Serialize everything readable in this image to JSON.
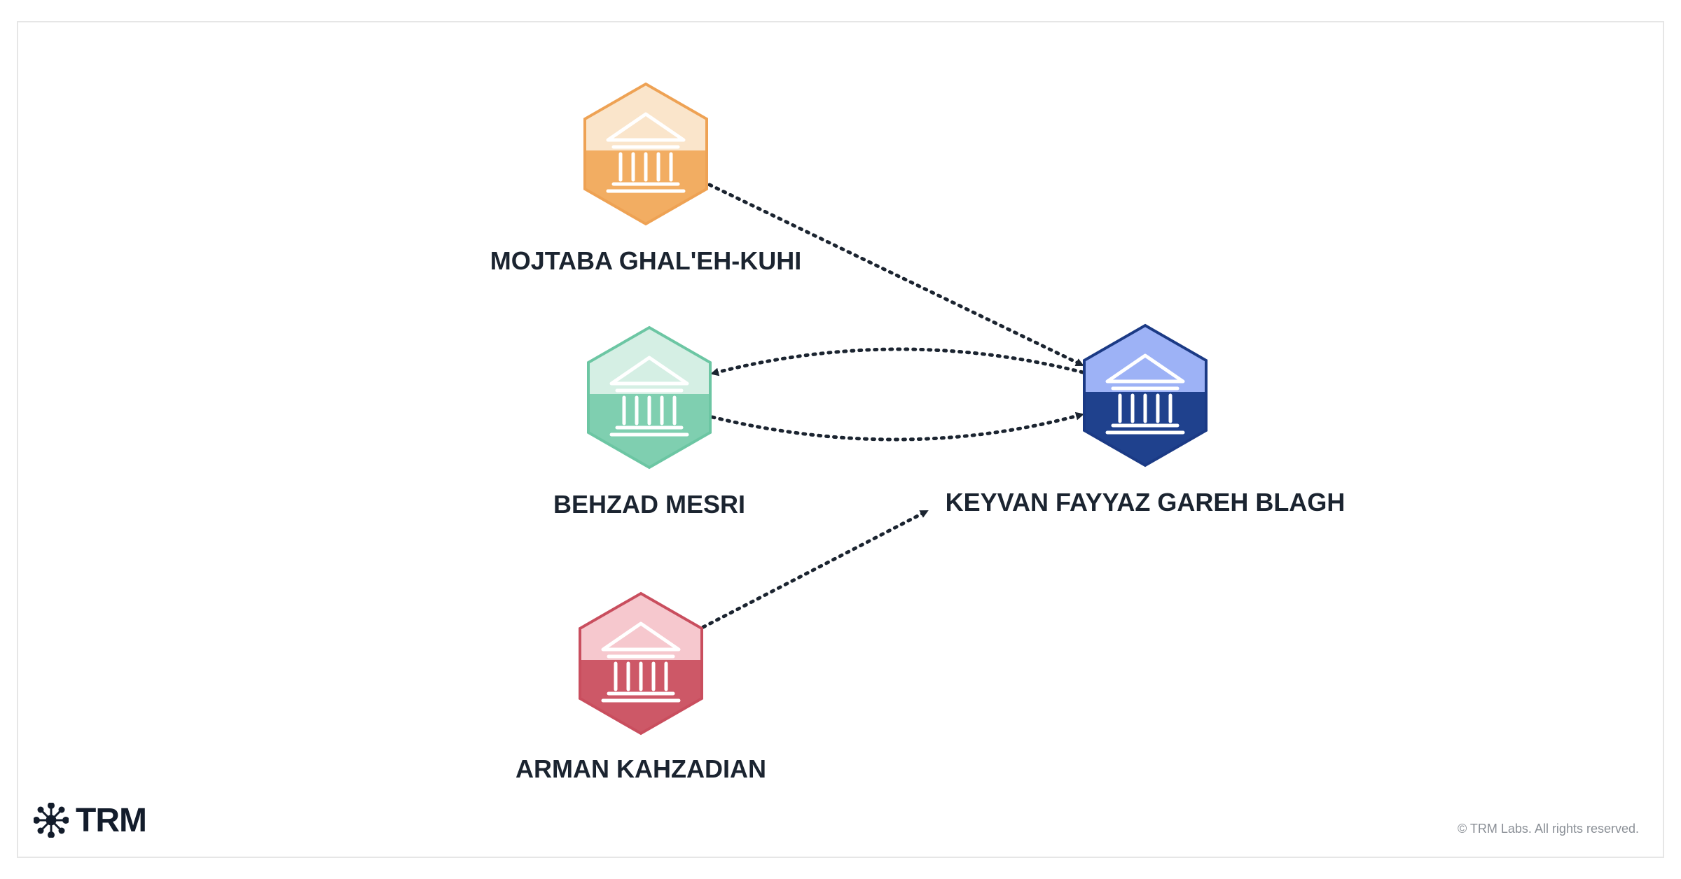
{
  "nodes": {
    "mojtaba": {
      "label": "MOJTABA GHAL'EH-KUHI",
      "icon": "bank-icon",
      "color_top": "#fae5cb",
      "color_bottom": "#f2ad62",
      "stroke": "#eea254"
    },
    "behzad": {
      "label": "BEHZAD MESRI",
      "icon": "bank-icon",
      "color_top": "#d5efe4",
      "color_bottom": "#7fcfb0",
      "stroke": "#6cc6a3"
    },
    "arman": {
      "label": "ARMAN KAHZADIAN",
      "icon": "bank-icon",
      "color_top": "#f6c8ce",
      "color_bottom": "#cd5867",
      "stroke": "#c94e5e"
    },
    "keyvan": {
      "label": "KEYVAN FAYYAZ GAREH BLAGH",
      "icon": "bank-icon",
      "color_top": "#9db2f6",
      "color_bottom": "#1f418d",
      "stroke": "#1b3a85"
    }
  },
  "edges": [
    {
      "from": "MOJTABA GHAL'EH-KUHI",
      "to": "KEYVAN FAYYAZ GAREH BLAGH"
    },
    {
      "from": "KEYVAN FAYYAZ GAREH BLAGH",
      "to": "BEHZAD MESRI"
    },
    {
      "from": "BEHZAD MESRI",
      "to": "KEYVAN FAYYAZ GAREH BLAGH"
    },
    {
      "from": "ARMAN KAHZADIAN",
      "to": "KEYVAN FAYYAZ GAREH BLAGH"
    }
  ],
  "edge_style": "dotted-arrow",
  "edge_color": "#1b2430",
  "logo": {
    "text": "TRM",
    "icon": "trm-network-icon"
  },
  "copyright": "© TRM Labs. All rights reserved."
}
